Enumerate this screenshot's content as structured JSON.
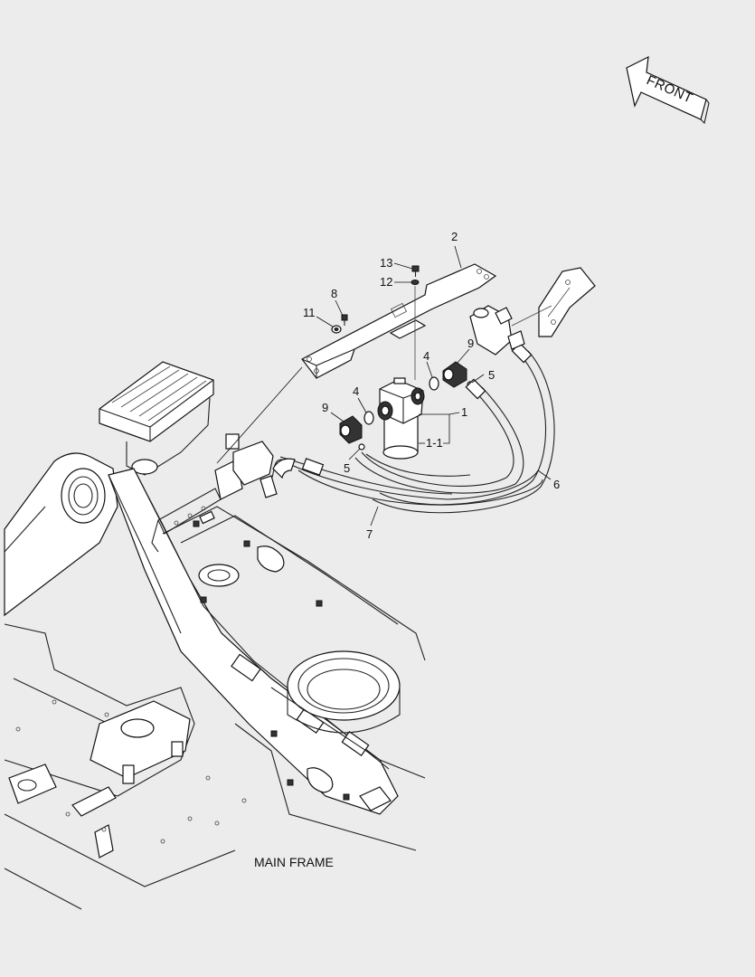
{
  "diagram": {
    "front_label": "FRONT",
    "caption": "MAIN FRAME",
    "callouts": {
      "c1": "1",
      "c1_1": "1-1",
      "c2": "2",
      "c4a": "4",
      "c4b": "4",
      "c5a": "5",
      "c5b": "5",
      "c6": "6",
      "c7": "7",
      "c8": "8",
      "c9a": "9",
      "c9b": "9",
      "c11": "11",
      "c12": "12",
      "c13": "13"
    }
  }
}
